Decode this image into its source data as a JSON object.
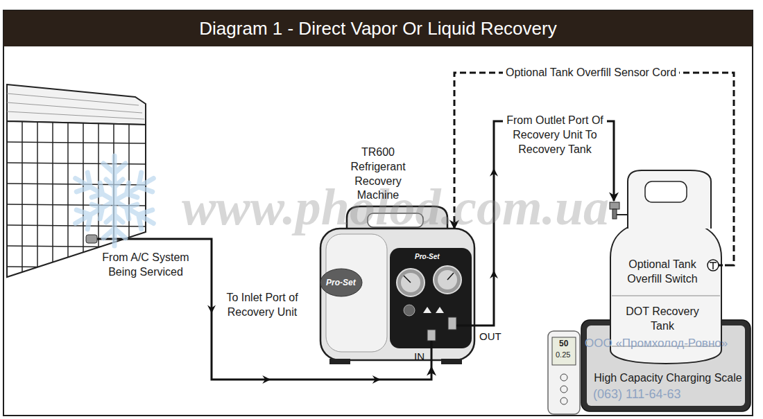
{
  "diagram": {
    "title": "Diagram 1 - Direct Vapor Or Liquid Recovery",
    "nodes": [
      {
        "text": [
          "From A/C System Being Serviced"
        ]
      },
      {
        "text": [
          "TR600 Refrigerant Recovery Machine"
        ]
      },
      {
        "text": [
          "Optional Tank Overfill Switch",
          "DOT Recovery Tank"
        ]
      },
      {
        "text": [
          "High Capacity Charging Scale"
        ]
      }
    ],
    "edges": [
      {
        "from": 0,
        "to": 1,
        "arrow": "to",
        "label": "To Inlet Port of Recovery Unit"
      },
      {
        "from": 1,
        "to": 2,
        "arrow": "to",
        "label": "From Outlet Port Of Recovery Unit To Recovery Tank"
      },
      {
        "from": 2,
        "to": 1,
        "arrow": "to",
        "label": "Optional Tank Overfill Sensor Cord"
      }
    ],
    "labels": [
      "IN",
      "OUT",
      "Pro-Set",
      "Pro-Set",
      "50",
      "0.25",
      "www.pholod.com.ua",
      "ООО «Промхолод-Ровно»",
      "(063) 111-64-63"
    ]
  }
}
